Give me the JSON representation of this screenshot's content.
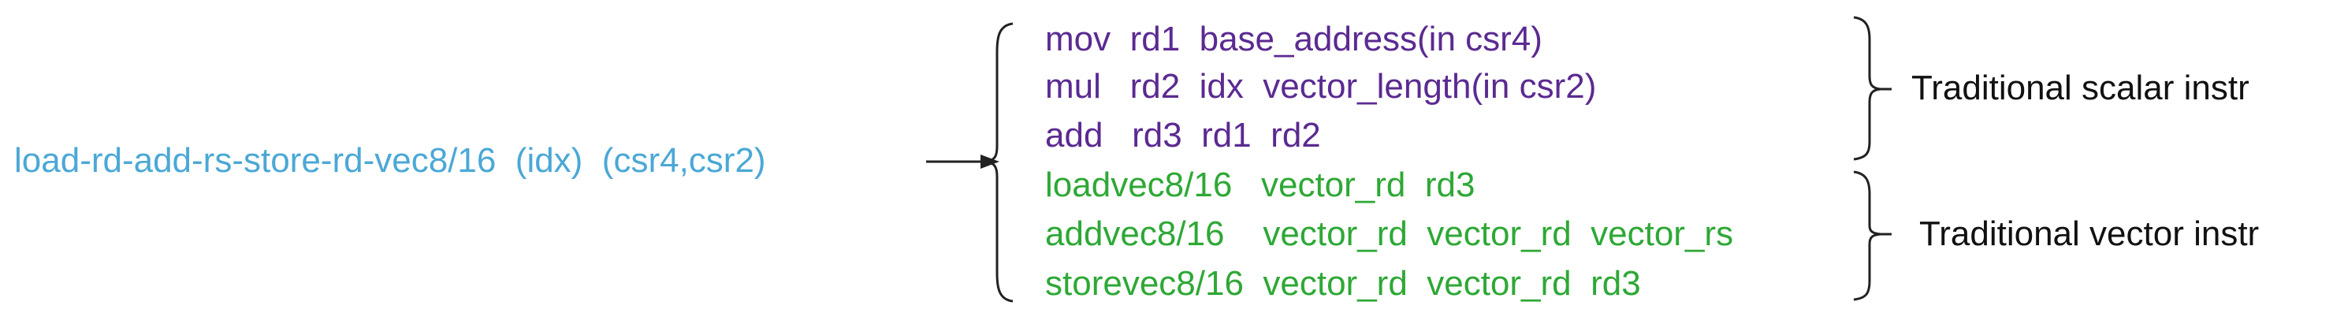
{
  "source_instruction": "load-rd-add-rs-store-rd-vec8/16  (idx)  (csr4,csr2)",
  "scalar_group": {
    "label": "Traditional scalar instr",
    "lines": [
      "mov  rd1  base_address(in csr4)",
      "mul   rd2  idx  vector_length(in csr2)",
      "add   rd3  rd1  rd2"
    ]
  },
  "vector_group": {
    "label": "Traditional vector instr",
    "lines": [
      "loadvec8/16   vector_rd  rd3",
      "addvec8/16    vector_rd  vector_rd  vector_rs",
      "storevec8/16  vector_rd  vector_rd  rd3"
    ]
  },
  "colors": {
    "source": "#4BA8D6",
    "scalar": "#5B2A91",
    "vector": "#2EA836",
    "label": "#111111",
    "lines": "#222222"
  }
}
